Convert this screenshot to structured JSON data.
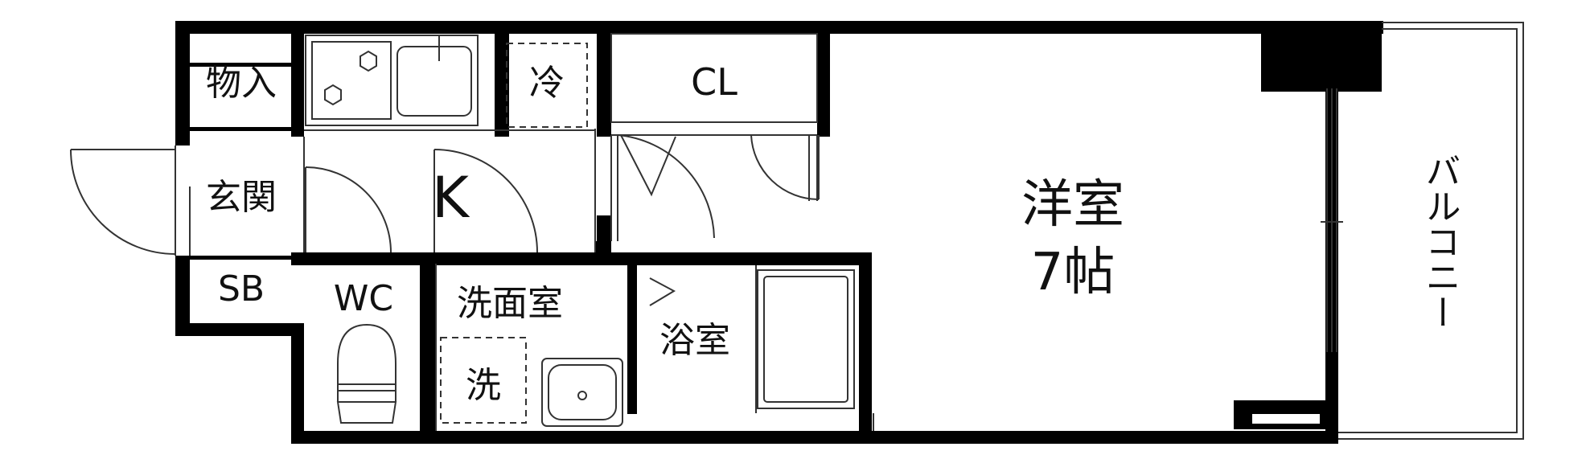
{
  "rooms": {
    "storage": "物入",
    "entrance": "玄関",
    "shoe_box": "SB",
    "kitchen": "K",
    "fridge": "冷",
    "closet": "CL",
    "toilet": "WC",
    "washroom": "洗面室",
    "washer": "洗",
    "bathroom": "浴室",
    "western_room": "洋室",
    "western_room_size": "7帖",
    "balcony": "バルコニー"
  },
  "colors": {
    "wall": "#000000",
    "line": "#333333",
    "background": "#ffffff"
  }
}
